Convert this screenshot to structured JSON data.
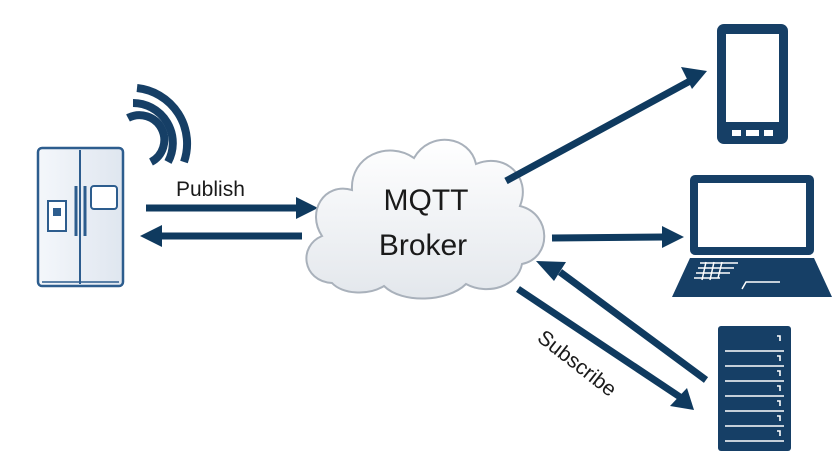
{
  "diagram": {
    "broker": {
      "line1": "MQTT",
      "line2": "Broker"
    },
    "publish_label": "Publish",
    "subscribe_label": "Subscribe"
  },
  "colors": {
    "arrow": "#0f3a5f",
    "device_fill": "#163f66",
    "fridge_fill": "#e8eef6",
    "fridge_outline": "#2d5d8e",
    "cloud_fill": "#eef1f5",
    "cloud_outline": "#a9b1bb"
  },
  "icons": {
    "publisher": "refrigerator-icon",
    "signal": "wifi-signal-icon",
    "broker": "cloud-icon",
    "subscribers": [
      "smartphone-icon",
      "laptop-icon",
      "server-rack-icon"
    ]
  }
}
